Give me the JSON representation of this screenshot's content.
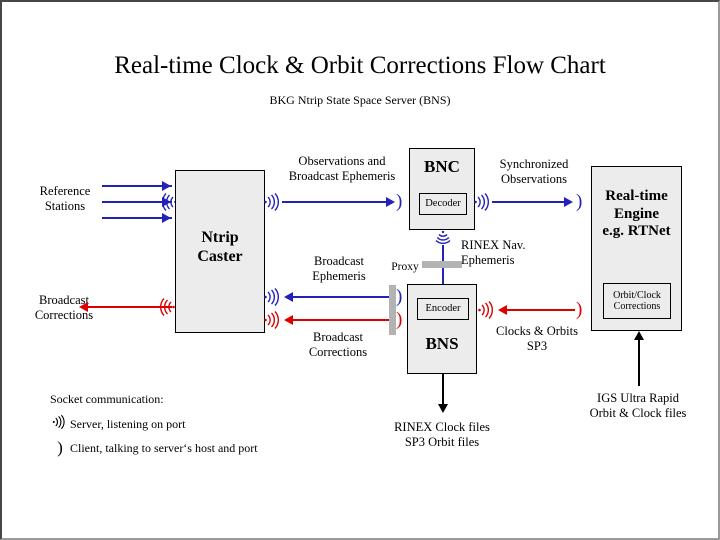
{
  "page": {
    "title": "Real-time Clock & Orbit Corrections Flow Chart",
    "subtitle": "BKG Ntrip State Space Server  (BNS)"
  },
  "colors": {
    "blue": "#2222bb",
    "red": "#dd0000",
    "black": "#000000",
    "box_fill": "#ececec",
    "proxy_gray": "#b3b3b3",
    "frame_dark": "#474747",
    "frame_light": "#9a9a9a"
  },
  "boxes": [
    {
      "id": "ntrip-caster",
      "label": "Ntrip\nCaster"
    },
    {
      "id": "bnc",
      "label": "BNC",
      "inner": "Decoder"
    },
    {
      "id": "bns",
      "label": "BNS",
      "inner": "Encoder"
    },
    {
      "id": "rt-engine",
      "label": "Real-time\nEngine\ne.g. RTNet",
      "inner": "Orbit/Clock\nCorrections"
    }
  ],
  "labels": {
    "reference_stations": "Reference\nStations",
    "broadcast_corrections_out": "Broadcast\nCorrections",
    "observations_and_ephemeris": "Observations and\nBroadcast Ephemeris",
    "synchronized_observations": "Synchronized\nObservations",
    "broadcast_ephemeris": "Broadcast\nEphemeris",
    "broadcast_corrections_mid": "Broadcast\nCorrections",
    "proxy_mid": "Proxy",
    "rinex_nav_ephemeris": "RINEX Nav.\nEphemeris",
    "clocks_and_orbits": "Clocks & Orbits\nSP3",
    "rinex_clock_files": "RINEX Clock files\nSP3 Orbit files",
    "igs_ultra_rapid": "IGS Ultra Rapid\nOrbit & Clock files"
  },
  "legend": {
    "heading": "Socket communication:",
    "items": [
      {
        "icon": "socket-server-icon",
        "text": "Server,  listening on port"
      },
      {
        "icon": "socket-client-icon",
        "text": "Client,  talking to server‘s host and port"
      }
    ]
  }
}
